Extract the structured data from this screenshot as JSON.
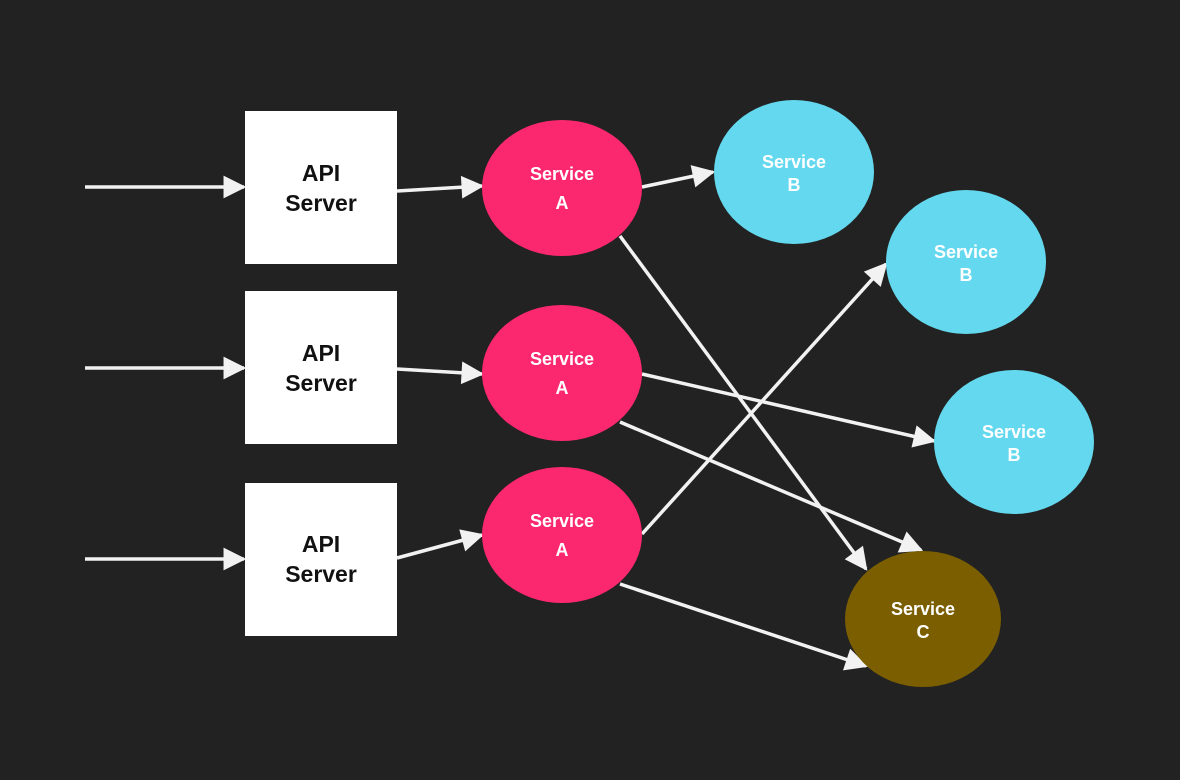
{
  "colors": {
    "background": "#222222",
    "edge": "#f2f2f2",
    "api_box": "#ffffff",
    "api_text": "#111111",
    "service_a": "#fb2870",
    "service_b": "#64d8ee",
    "service_c": "#7a5e00",
    "service_text": "#ffffff"
  },
  "api_servers": [
    {
      "line1": "API",
      "line2": "Server"
    },
    {
      "line1": "API",
      "line2": "Server"
    },
    {
      "line1": "API",
      "line2": "Server"
    }
  ],
  "services_a": [
    {
      "line1": "Service",
      "line2": "A"
    },
    {
      "line1": "Service",
      "line2": "A"
    },
    {
      "line1": "Service",
      "line2": "A"
    }
  ],
  "services_b": [
    {
      "line1": "Service",
      "line2": "B"
    },
    {
      "line1": "Service",
      "line2": "B"
    },
    {
      "line1": "Service",
      "line2": "B"
    }
  ],
  "service_c": {
    "line1": "Service",
    "line2": "C"
  },
  "edges": [
    {
      "from": "incoming-1",
      "to": "api-server-1"
    },
    {
      "from": "incoming-2",
      "to": "api-server-2"
    },
    {
      "from": "incoming-3",
      "to": "api-server-3"
    },
    {
      "from": "api-server-1",
      "to": "service-a-1"
    },
    {
      "from": "api-server-2",
      "to": "service-a-2"
    },
    {
      "from": "api-server-3",
      "to": "service-a-3"
    },
    {
      "from": "service-a-1",
      "to": "service-b-1"
    },
    {
      "from": "service-a-1",
      "to": "service-c"
    },
    {
      "from": "service-a-2",
      "to": "service-b-3"
    },
    {
      "from": "service-a-2",
      "to": "service-c"
    },
    {
      "from": "service-a-3",
      "to": "service-b-2"
    },
    {
      "from": "service-a-3",
      "to": "service-c"
    }
  ]
}
